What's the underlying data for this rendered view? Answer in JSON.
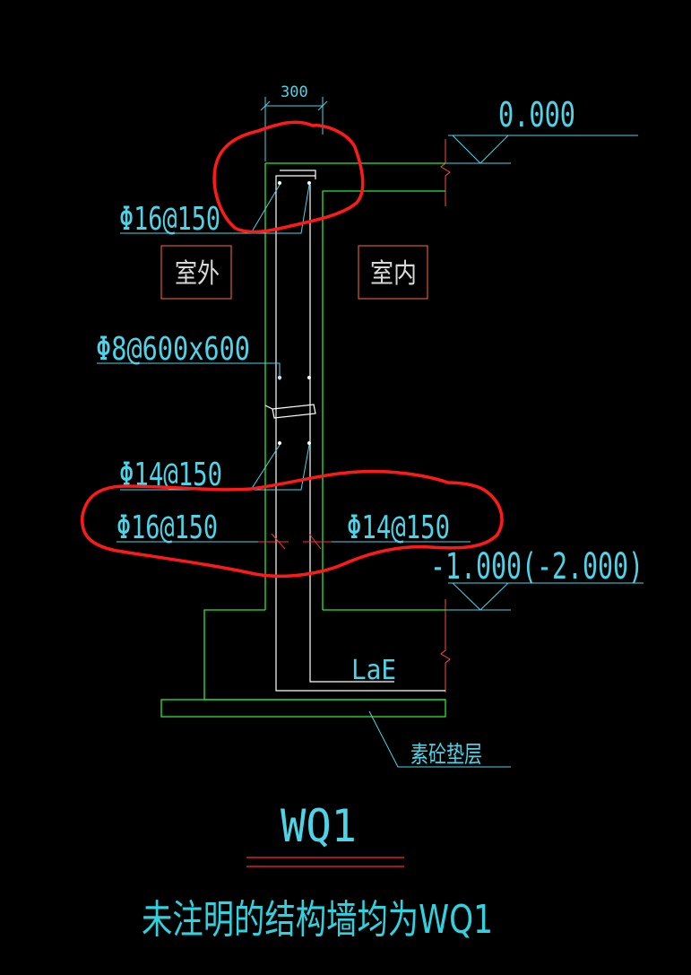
{
  "drawing": {
    "dimension_width": "300",
    "elevation_top": "0.000",
    "elevation_bottom": "-1.000(-2.000)",
    "rebar_top": "Φ16@150",
    "rebar_distribution": "Φ8@600x600",
    "rebar_mid": "Φ14@150",
    "rebar_outer": "Φ16@150",
    "rebar_inner": "Φ14@150",
    "room_outside": "室外",
    "room_inside": "室内",
    "anchorage": "LaE",
    "cushion_layer": "素砼垫层",
    "title": "WQ1",
    "note": "未注明的结构墙均为WQ1",
    "colors": {
      "background": "#000000",
      "wall": "#2ee82e",
      "annotation": "#4fd3e6",
      "rebar": "#ffffff",
      "markup": "#ff1a1a",
      "room_box": "#ff6a3a"
    }
  }
}
